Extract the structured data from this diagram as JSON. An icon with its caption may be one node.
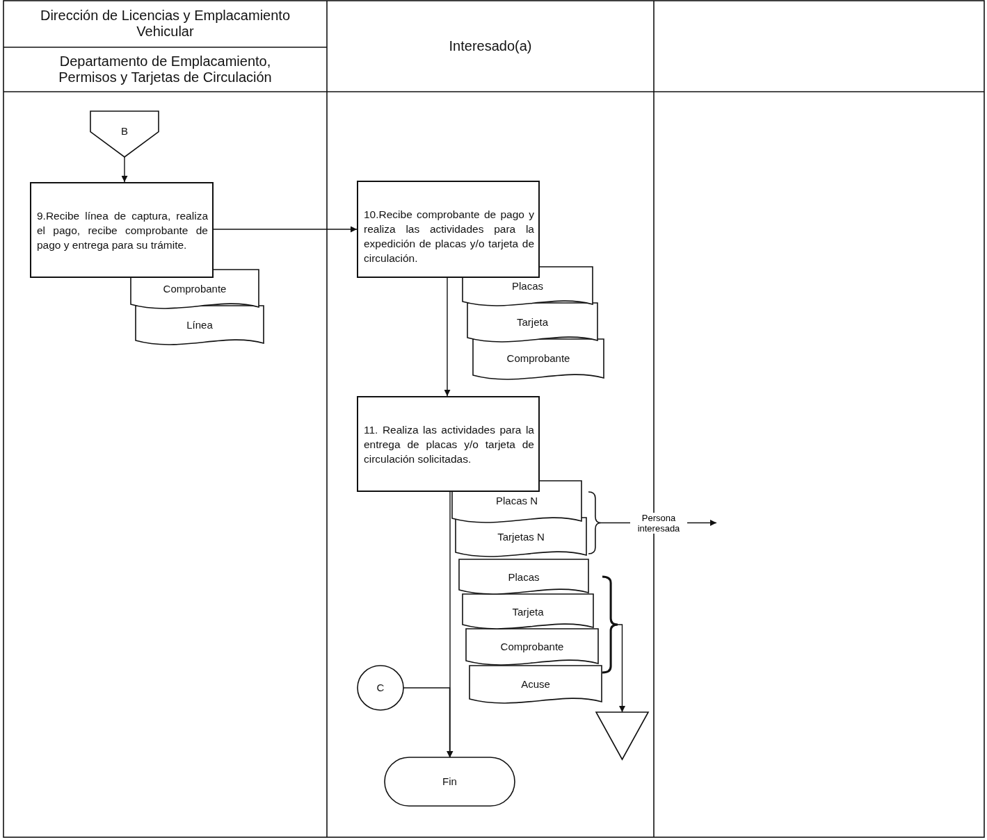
{
  "diagram": {
    "nodes": [
      {
        "text": [
          "Dirección de Licencias y Emplacamiento Vehicular"
        ]
      },
      {
        "text": [
          "Departamento de Emplacamiento, Permisos y Tarjetas de Circulación"
        ]
      },
      {
        "text": [
          "Interesado(a)"
        ]
      },
      {
        "text": [
          "B"
        ]
      },
      {
        "text": [
          "9.Recibe línea de captura, realiza el pago, recibe comprobante de pago y entrega para su trámite."
        ]
      },
      {
        "text": [
          "Comprobante"
        ]
      },
      {
        "text": [
          "Línea"
        ]
      },
      {
        "text": [
          "10.Recibe comprobante de pago y realiza las actividades para la expedición de placas y/o tarjeta de circulación."
        ]
      },
      {
        "text": [
          "Placas"
        ]
      },
      {
        "text": [
          "Tarjeta"
        ]
      },
      {
        "text": [
          "Comprobante"
        ]
      },
      {
        "text": [
          "11. Realiza las actividades para la entrega de placas y/o tarjeta de circulación solicitadas."
        ]
      },
      {
        "text": [
          "Placas N"
        ]
      },
      {
        "text": [
          "Tarjetas N"
        ]
      },
      {
        "text": [
          "Placas"
        ]
      },
      {
        "text": [
          "Tarjeta"
        ]
      },
      {
        "text": [
          "Comprobante"
        ]
      },
      {
        "text": [
          "Acuse"
        ]
      },
      {
        "text": [
          "C"
        ]
      },
      {
        "text": [
          "Fin"
        ]
      },
      {
        "text": [],
        "shape": "triangle"
      },
      {
        "text": [],
        "shape": "brace"
      },
      {
        "text": [],
        "shape": "brace"
      }
    ],
    "edges": [
      {
        "from": 3,
        "to": 4,
        "arrow": "to"
      },
      {
        "from": 4,
        "to": 7,
        "arrow": "to"
      },
      {
        "from": 7,
        "to": 11,
        "arrow": "to"
      },
      {
        "from": 11,
        "to": 19,
        "arrow": "to"
      },
      {
        "from": 18,
        "to": 19,
        "arrow": "to"
      },
      {
        "from": 21,
        "to": null,
        "arrow": "to",
        "label": "Persona interesada"
      },
      {
        "from": 22,
        "to": 20,
        "arrow": "to"
      }
    ]
  }
}
